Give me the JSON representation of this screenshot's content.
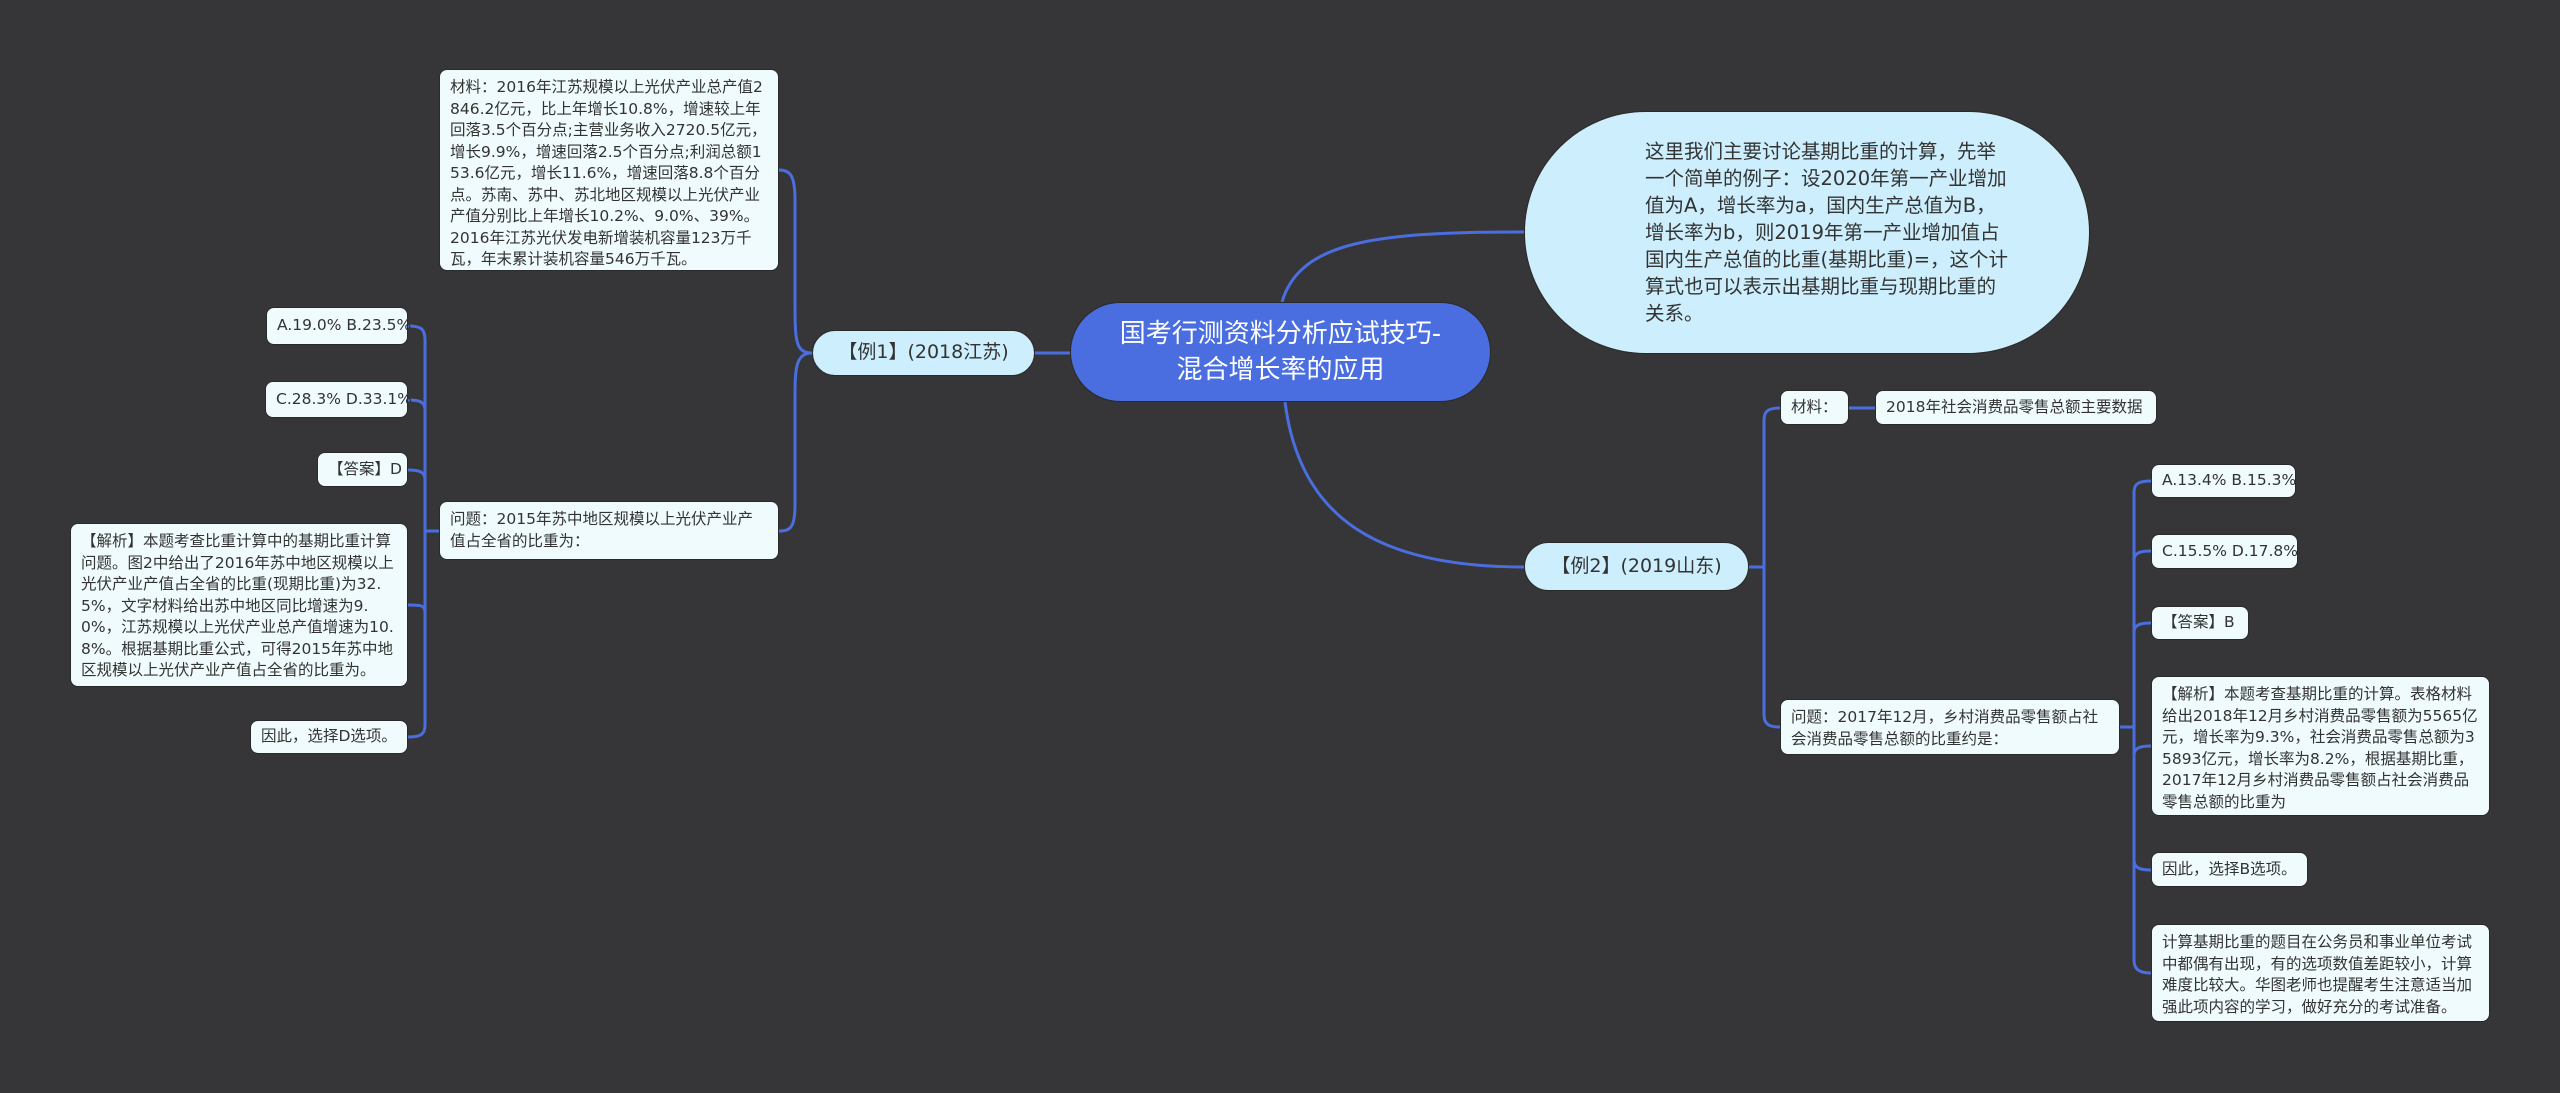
{
  "root": {
    "title": "国考行测资料分析应试技巧-混合增长率的应用"
  },
  "intro": {
    "text": "这里我们主要讨论基期比重的计算，先举一个简单的例子：设2020年第一产业增加值为A，增长率为a，国内生产总值为B，增长率为b，则2019年第一产业增加值占国内生产总值的比重(基期比重)=，这个计算式也可以表示出基期比重与现期比重的关系。"
  },
  "example1": {
    "label": "【例1】(2018江苏)",
    "material": "材料：2016年江苏规模以上光伏产业总产值2846.2亿元，比上年增长10.8%，增速较上年回落3.5个百分点;主营业务收入2720.5亿元，增长9.9%，增速回落2.5个百分点;利润总额153.6亿元，增长11.6%，增速回落8.8个百分点。苏南、苏中、苏北地区规模以上光伏产业产值分别比上年增长10.2%、9.0%、39%。2016年江苏光伏发电新增装机容量123万千瓦，年末累计装机容量546万千瓦。",
    "question": "问题：2015年苏中地区规模以上光伏产业产值占全省的比重为：",
    "options_ab": "A.19.0% B.23.5%",
    "options_cd": "C.28.3% D.33.1%",
    "answer": "【答案】D",
    "analysis": "【解析】本题考查比重计算中的基期比重计算问题。图2中给出了2016年苏中地区规模以上光伏产业产值占全省的比重(现期比重)为32.5%，文字材料给出苏中地区同比增速为9.0%，江苏规模以上光伏产业总产值增速为10.8%。根据基期比重公式，可得2015年苏中地区规模以上光伏产业产值占全省的比重为。",
    "conclusion": "因此，选择D选项。"
  },
  "example2": {
    "label": "【例2】(2019山东)",
    "material_label": "材料：",
    "material": "2018年社会消费品零售总额主要数据",
    "question": "问题：2017年12月，乡村消费品零售额占社会消费品零售总额的比重约是：",
    "options_ab": "A.13.4% B.15.3%",
    "options_cd": "C.15.5% D.17.8%",
    "answer": "【答案】B",
    "analysis": "【解析】本题考查基期比重的计算。表格材料给出2018年12月乡村消费品零售额为5565亿元，增长率为9.3%，社会消费品零售总额为35893亿元，增长率为8.2%，根据基期比重，2017年12月乡村消费品零售额占社会消费品零售总额的比重为",
    "conclusion": "因此，选择B选项。",
    "note": "计算基期比重的题目在公务员和事业单位考试中都偶有出现，有的选项数值差距较小，计算难度比较大。华图老师也提醒考生注意适当加强此项内容的学习，做好充分的考试准备。"
  },
  "colors": {
    "background": "#363537",
    "root": "#4a6ee0",
    "branch_line": "#4a6ee0",
    "pill": "#cdeffd",
    "leaf": "#effbfd"
  }
}
